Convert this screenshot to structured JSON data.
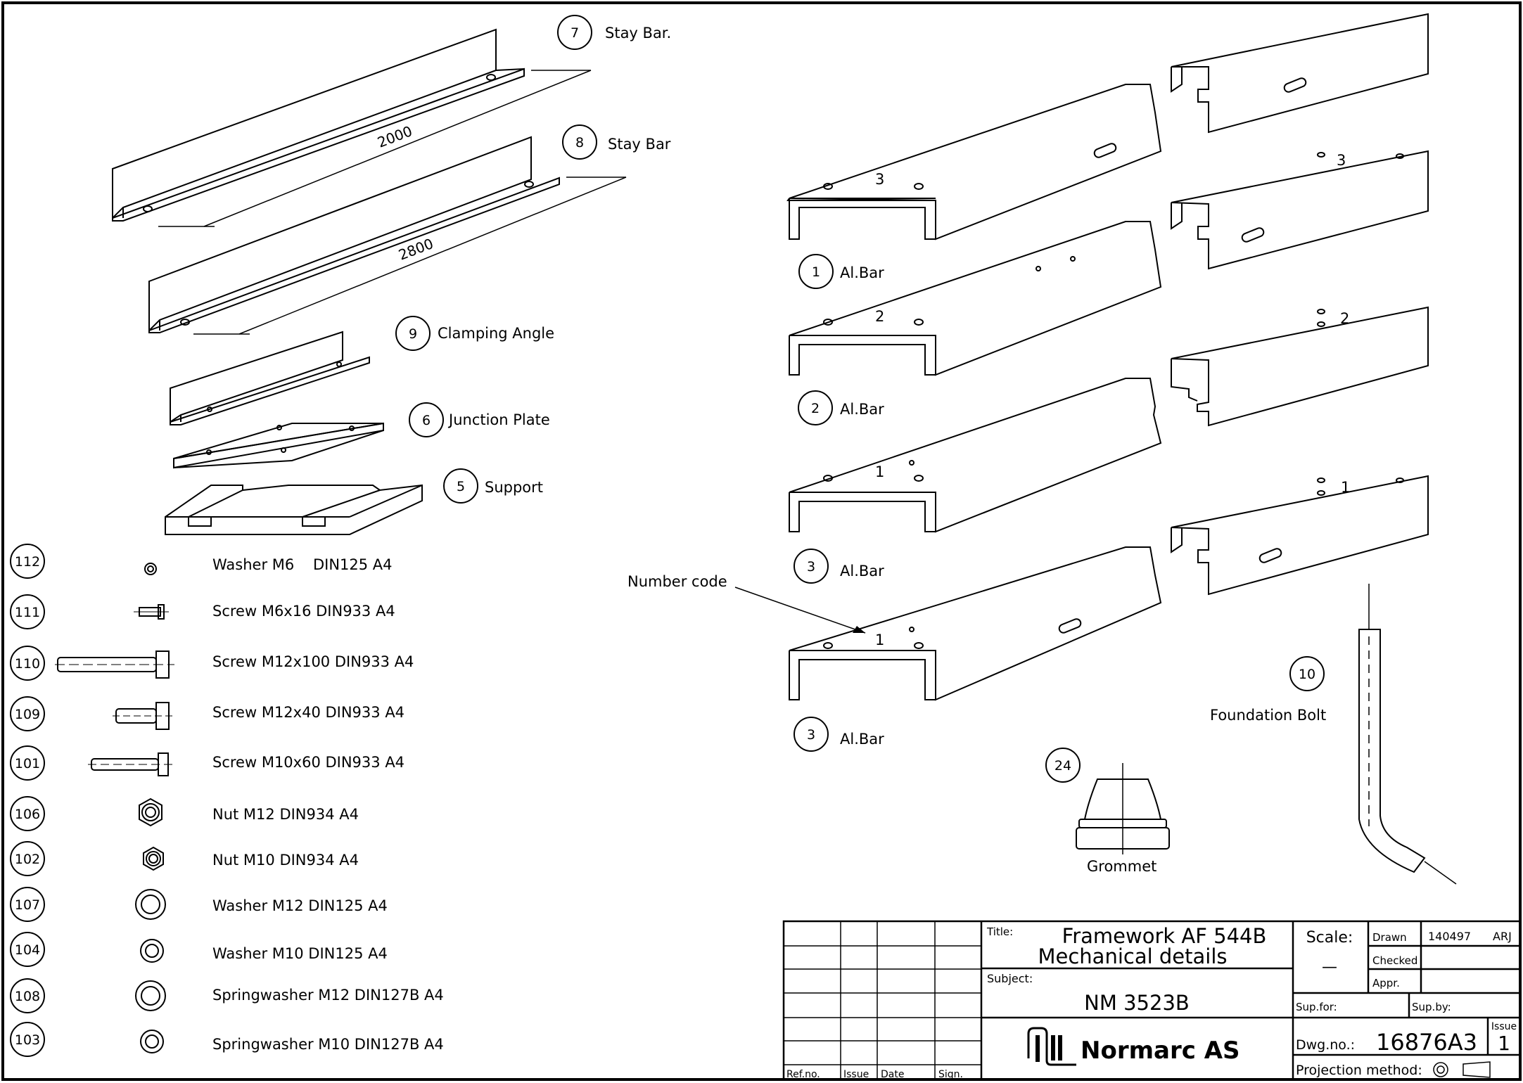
{
  "parts": [
    {
      "num": "7",
      "label": "Stay Bar."
    },
    {
      "num": "8",
      "label": "Stay Bar"
    },
    {
      "num": "9",
      "label": "Clamping Angle"
    },
    {
      "num": "6",
      "label": "Junction Plate"
    },
    {
      "num": "5",
      "label": "Support"
    },
    {
      "num": "1",
      "label": "Al.Bar"
    },
    {
      "num": "2",
      "label": "Al.Bar"
    },
    {
      "num": "3",
      "label": "Al.Bar"
    },
    {
      "num": "3",
      "label": "Al.Bar"
    },
    {
      "num": "10",
      "label": "Foundation Bolt"
    },
    {
      "num": "24",
      "label": "Grommet"
    }
  ],
  "dimensions": {
    "stay_bar_7": "2000",
    "stay_bar_8": "2800"
  },
  "bar_codes": [
    "3",
    "2",
    "1",
    "1",
    "3",
    "2",
    "1"
  ],
  "number_code_label": "Number code",
  "hardware": [
    {
      "num": "112",
      "desc": "Washer M6    DIN125 A4"
    },
    {
      "num": "111",
      "desc": "Screw M6x16 DIN933 A4"
    },
    {
      "num": "110",
      "desc": "Screw M12x100 DIN933 A4"
    },
    {
      "num": "109",
      "desc": "Screw M12x40 DIN933 A4"
    },
    {
      "num": "101",
      "desc": "Screw M10x60 DIN933 A4"
    },
    {
      "num": "106",
      "desc": "Nut M12 DIN934 A4"
    },
    {
      "num": "102",
      "desc": "Nut M10 DIN934 A4"
    },
    {
      "num": "107",
      "desc": "Washer M12 DIN125 A4"
    },
    {
      "num": "104",
      "desc": "Washer M10 DIN125 A4"
    },
    {
      "num": "108",
      "desc": "Springwasher M12 DIN127B A4"
    },
    {
      "num": "103",
      "desc": "Springwasher M10 DIN127B A4"
    }
  ],
  "title_block": {
    "revision_headers": [
      "Ref.no.",
      "Issue",
      "Date",
      "Sign."
    ],
    "title_label": "Title:",
    "title_line1": "Framework AF 544B",
    "title_line2": "Mechanical details",
    "subject_label": "Subject:",
    "subject": "NM 3523B",
    "company": "Normarc AS",
    "scale_label": "Scale:",
    "scale_value": "—",
    "drawn_label": "Drawn",
    "drawn_date": "140497",
    "drawn_by": "ARJ",
    "checked_label": "Checked",
    "appr_label": "Appr.",
    "sup_for_label": "Sup.for:",
    "sup_by_label": "Sup.by:",
    "dwg_label": "Dwg.no.:",
    "dwg_no": "16876A3",
    "issue_label": "Issue",
    "issue_no": "1",
    "projection_label": "Projection method:"
  }
}
